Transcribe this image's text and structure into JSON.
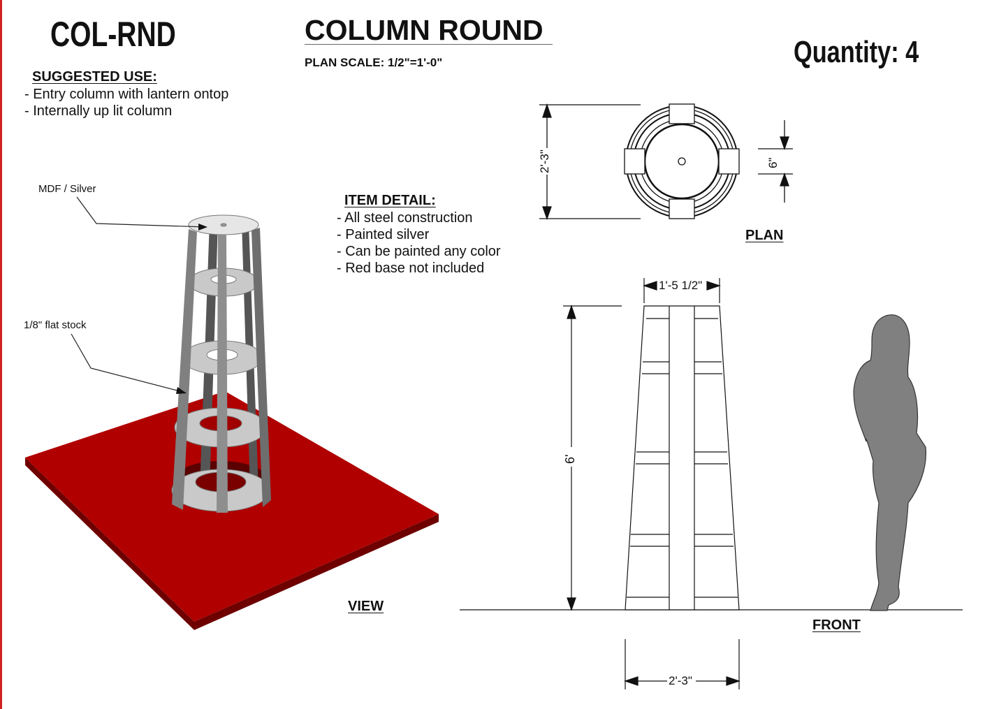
{
  "header": {
    "code": "COL-RND",
    "title": "COLUMN ROUND",
    "scale": "PLAN  SCALE: 1/2\"=1'-0\"",
    "quantity": "Quantity: 4"
  },
  "suggested_use": {
    "heading": "SUGGESTED USE:",
    "items": [
      "- Entry column with lantern ontop",
      "- Internally up lit column"
    ]
  },
  "item_detail": {
    "heading": "ITEM DETAIL:",
    "items": [
      "- All steel construction",
      "- Painted silver",
      "- Can be painted any color",
      "- Red base not included"
    ]
  },
  "callouts": {
    "top": "MDF / Silver",
    "frame": "1/8\" flat stock"
  },
  "views": {
    "view": "VIEW",
    "plan": "PLAN",
    "front": "FRONT"
  },
  "dimensions": {
    "plan_depth": "2'-3\"",
    "plan_strip": "6\"",
    "top_width": "1'-5 1/2\"",
    "height": "6'",
    "base_width": "2'-3\""
  },
  "colors": {
    "base_red": "#b00000",
    "frame_gray": "#7a7a7a",
    "margin_red": "#d02020"
  }
}
